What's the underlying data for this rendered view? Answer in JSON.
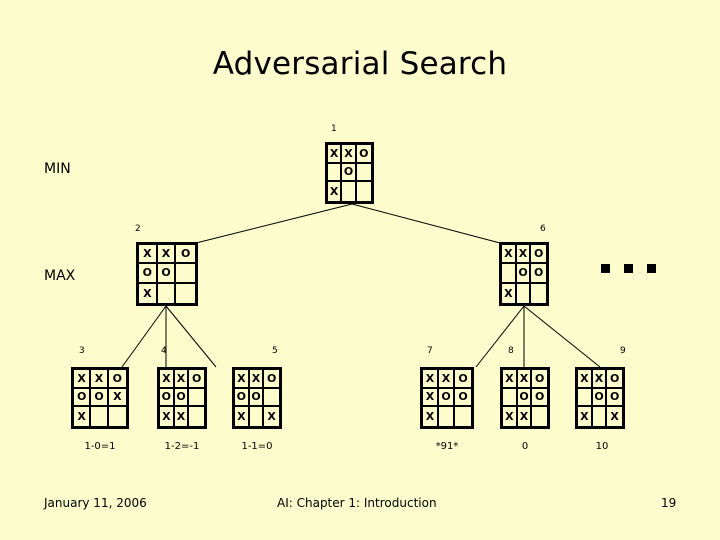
{
  "slide": {
    "title": "Adversarial Search",
    "background_color": "#fcfccc",
    "ink_color": "#000000"
  },
  "levels": [
    {
      "name": "min-level",
      "label": "MIN"
    },
    {
      "name": "max-level",
      "label": "MAX"
    }
  ],
  "ellipsis": {
    "name": "ellipsis-dots",
    "dot_count": 3
  },
  "boards": [
    {
      "id": "board-1",
      "number": "1",
      "level": "MIN",
      "value": "",
      "rows": [
        [
          "X",
          "X",
          "O"
        ],
        [
          "",
          "O",
          ""
        ],
        [
          "X",
          "",
          ""
        ]
      ]
    },
    {
      "id": "board-2",
      "number": "2",
      "level": "MAX",
      "value": "",
      "rows": [
        [
          "X",
          "X",
          "O"
        ],
        [
          "O",
          "O",
          ""
        ],
        [
          "X",
          "",
          ""
        ]
      ]
    },
    {
      "id": "board-6",
      "number": "6",
      "level": "MAX",
      "value": "",
      "rows": [
        [
          "X",
          "X",
          "O"
        ],
        [
          "",
          "O",
          "O"
        ],
        [
          "X",
          "",
          ""
        ]
      ]
    },
    {
      "id": "board-3",
      "number": "3",
      "level": "leaf",
      "value": "1-0=1",
      "rows": [
        [
          "X",
          "X",
          "O"
        ],
        [
          "O",
          "O",
          "X"
        ],
        [
          "X",
          "",
          ""
        ]
      ]
    },
    {
      "id": "board-4",
      "number": "4",
      "level": "leaf",
      "value": "1-2=-1",
      "rows": [
        [
          "X",
          "X",
          "O"
        ],
        [
          "O",
          "O",
          ""
        ],
        [
          "X",
          "X",
          ""
        ]
      ]
    },
    {
      "id": "board-5",
      "number": "5",
      "level": "leaf",
      "value": "1-1=0",
      "rows": [
        [
          "X",
          "X",
          "O"
        ],
        [
          "O",
          "O",
          ""
        ],
        [
          "X",
          "",
          "X"
        ]
      ]
    },
    {
      "id": "board-7",
      "number": "7",
      "level": "leaf",
      "value": "*91*",
      "rows": [
        [
          "X",
          "X",
          "O"
        ],
        [
          "X",
          "O",
          "O"
        ],
        [
          "X",
          "",
          ""
        ]
      ]
    },
    {
      "id": "board-8",
      "number": "8",
      "level": "leaf",
      "value": "0",
      "rows": [
        [
          "X",
          "X",
          "O"
        ],
        [
          "",
          "O",
          "O"
        ],
        [
          "X",
          "X",
          ""
        ]
      ]
    },
    {
      "id": "board-9",
      "number": "9",
      "level": "leaf",
      "value": "10",
      "rows": [
        [
          "X",
          "X",
          "O"
        ],
        [
          "",
          "O",
          "O"
        ],
        [
          "X",
          "",
          "X"
        ]
      ]
    }
  ],
  "footer": {
    "date": "January 11, 2006",
    "course": "AI: Chapter 1: Introduction",
    "page_number": "19"
  }
}
